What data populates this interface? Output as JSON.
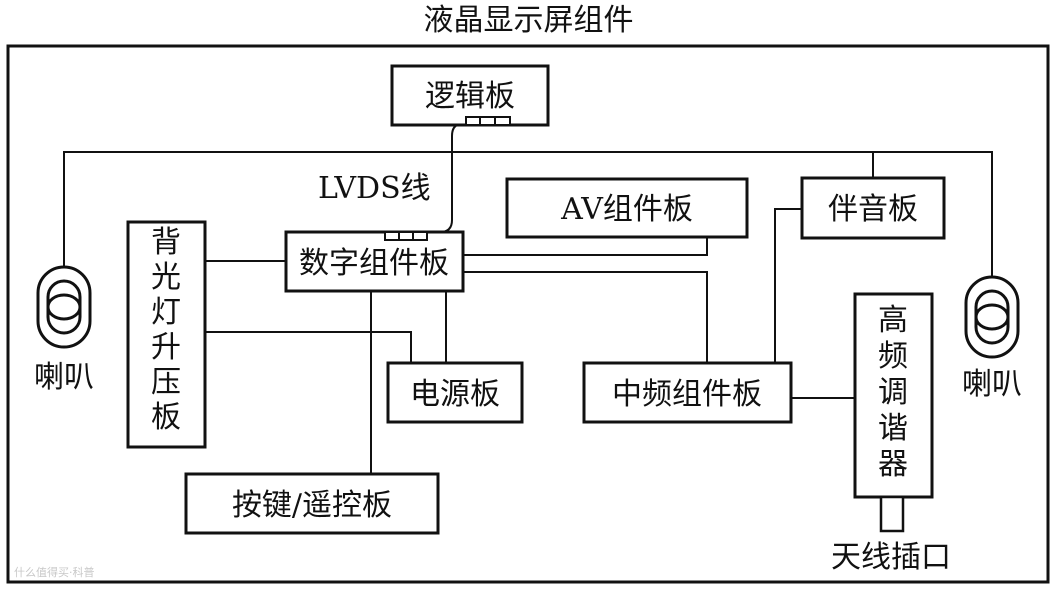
{
  "title": "液晶显示屏组件",
  "components": {
    "logic_board": "逻辑板",
    "lvds_label": "LVDS线",
    "av_board": "AV组件板",
    "audio_board": "伴音板",
    "digital_board": "数字组件板",
    "backlight_board": [
      "背",
      "光",
      "灯",
      "升",
      "压",
      "板"
    ],
    "power_board": "电源板",
    "if_board": "中频组件板",
    "tuner": [
      "高",
      "频",
      "调",
      "谐",
      "器"
    ],
    "keypad_board": "按键/遥控板",
    "speaker_left": "喇叭",
    "speaker_right": "喇叭",
    "antenna_port": "天线插口"
  },
  "watermark": "什么值得买·科普"
}
